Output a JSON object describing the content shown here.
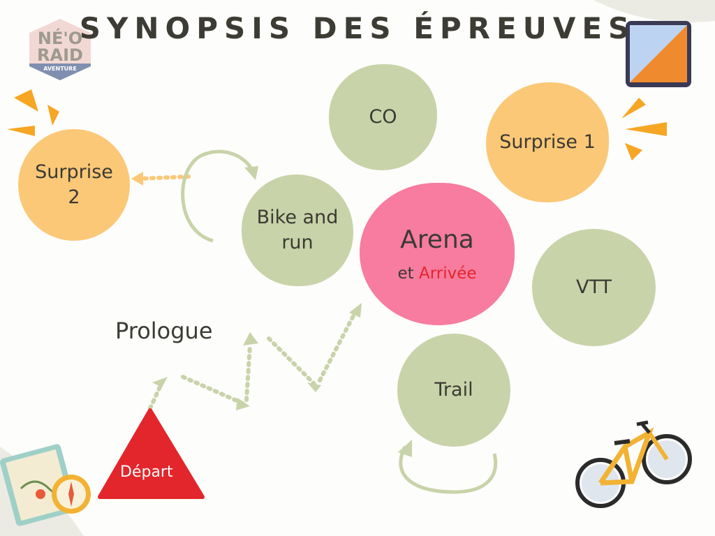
{
  "title": "SYNOPSIS DES ÉPREUVES",
  "logo": {
    "line1": "NÉ'O",
    "line2": "RAID",
    "line3": "AVENTURE"
  },
  "nodes": {
    "co": "CO",
    "surprise1": "Surprise 1",
    "surprise2_a": "Surprise",
    "surprise2_b": "2",
    "bike_a": "Bike and",
    "bike_b": "run",
    "arena": "Arena",
    "arena_et": "et",
    "arena_arrivee": "Arrivée",
    "vtt": "VTT",
    "trail": "Trail",
    "prologue": "Prologue",
    "depart": "Départ"
  },
  "colors": {
    "green": "#c8d3a9",
    "orange": "#fbc877",
    "pink": "#f77c9f",
    "red": "#e3262b",
    "text": "#3b3a33"
  }
}
